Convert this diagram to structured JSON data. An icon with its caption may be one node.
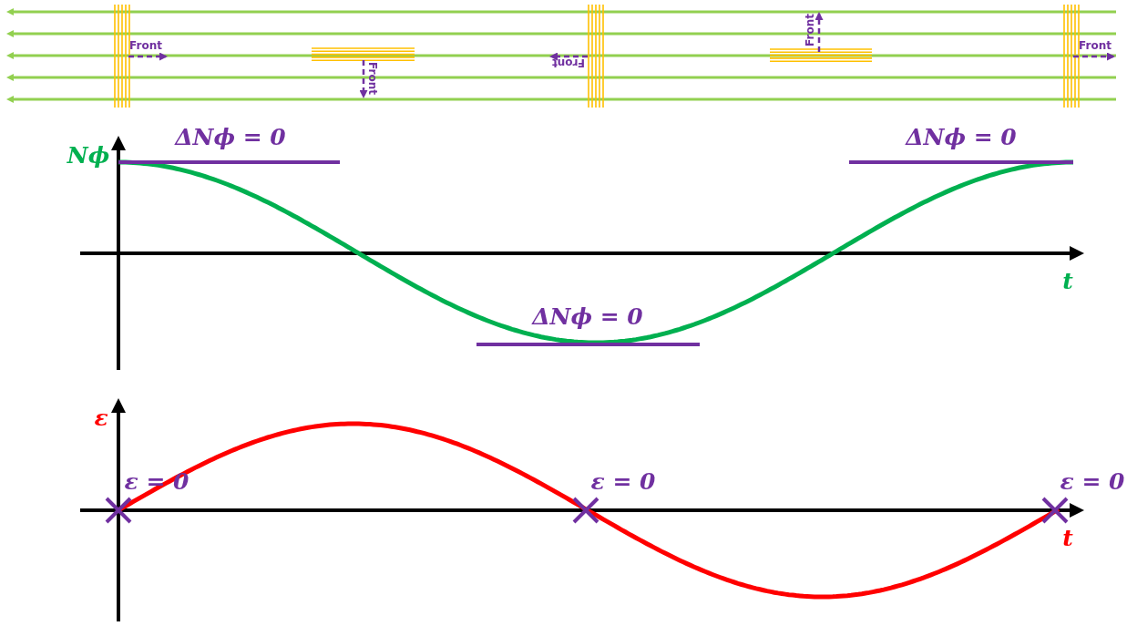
{
  "diagram": {
    "labels": [
      "Front",
      "Front",
      "Front",
      "Front",
      "Front",
      "ΔNϕ = 0",
      "ΔNϕ = 0",
      "Nϕ",
      "t",
      "ΔNϕ = 0",
      "ε",
      "ε = 0",
      "ε = 0",
      "ε = 0",
      "t"
    ]
  }
}
